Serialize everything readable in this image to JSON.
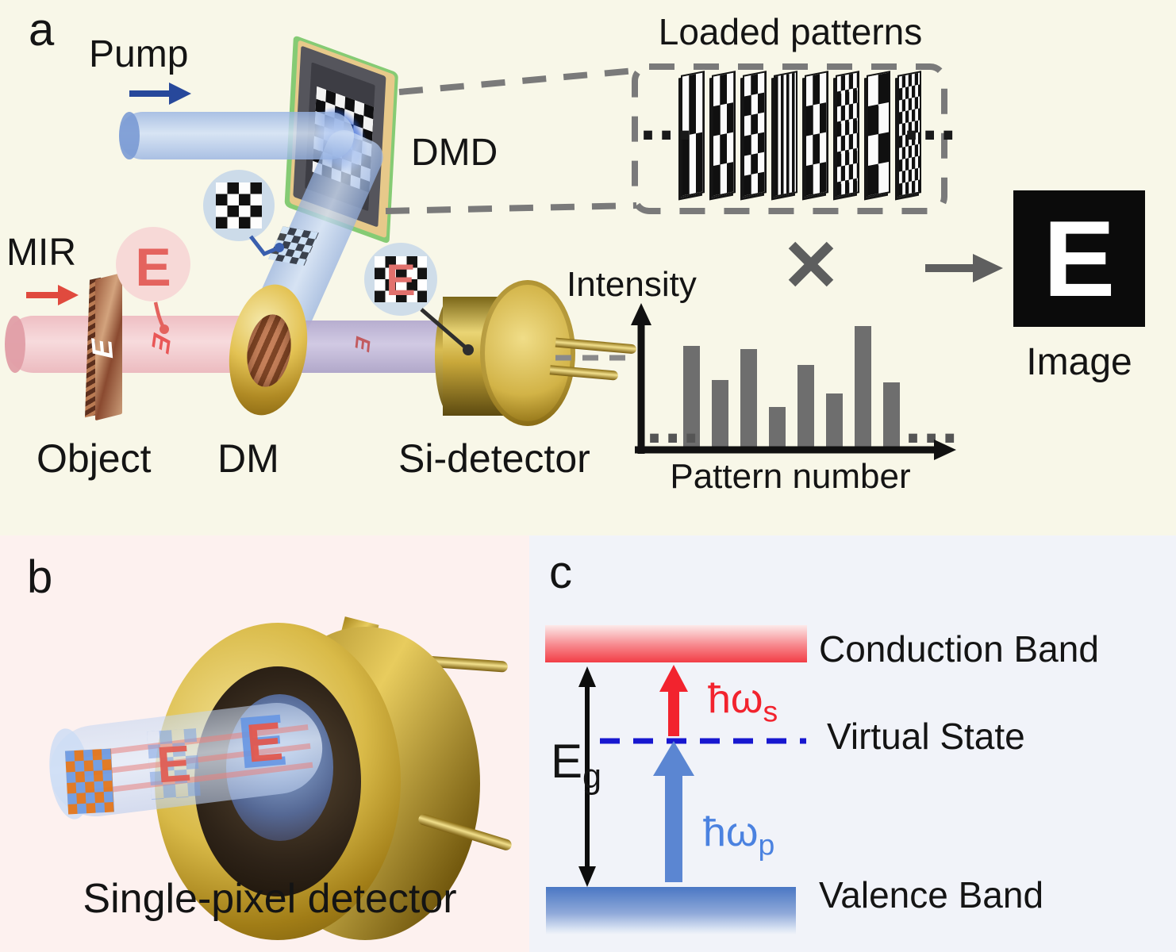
{
  "panel_a": {
    "label": "a",
    "pump_label": "Pump",
    "mir_label": "MIR",
    "dmd_label": "DMD",
    "object_label": "Object",
    "dm_label": "DM",
    "detector_label": "Si-detector",
    "image_label": "Image",
    "image_letter": "E",
    "object_letter": "E",
    "mir_inset_letter": "E",
    "detector_inset_letter": "E",
    "beam_marker_letter_1": "E",
    "beam_marker_letter_2": "E",
    "ellipsis": "...",
    "loaded_patterns": {
      "title": "Loaded patterns",
      "tiles": [
        "checker-3x2",
        "checker-3x4",
        "checker-3x6",
        "stripes-7",
        "checker-3x4",
        "checker-5x8",
        "checker-2x4",
        "checker-6x10"
      ]
    }
  },
  "chart_data": {
    "type": "bar",
    "xlabel": "Pattern number",
    "ylabel": "Intensity",
    "values": [
      0.84,
      0.56,
      0.81,
      0.34,
      0.68,
      0.45,
      1.0,
      0.54
    ],
    "ylim": [
      0,
      1
    ],
    "grid": false,
    "legend": "none",
    "bar_color": "#6e6e6e"
  },
  "panel_b": {
    "label": "b",
    "caption": "Single-pixel detector",
    "beam_letter": "E"
  },
  "panel_c": {
    "label": "c",
    "conduction_band_label": "Conduction Band",
    "virtual_state_label": "Virtual State",
    "valence_band_label": "Valence Band",
    "band_gap": {
      "base": "E",
      "sub": "g"
    },
    "signal_photon": {
      "base": "ħω",
      "sub": "s"
    },
    "pump_photon": {
      "base": "ħω",
      "sub": "p"
    }
  },
  "colors": {
    "panel_a_bg": "#f8f7e8",
    "panel_b_bg": "#fdf1ef",
    "panel_c_bg": "#f1f3f9",
    "pump_arrow_blue": "#27489b",
    "mir_arrow_red": "#e04a3e",
    "bar_gray": "#6e6e6e",
    "dash_gray": "#7a7a7a",
    "signal_red": "#f2232e",
    "pump_photon_blue": "#5b86d2",
    "virtual_state_blue": "#1717d0",
    "detector_gold": "#d4af37",
    "salmon_red": "#e4635e"
  }
}
